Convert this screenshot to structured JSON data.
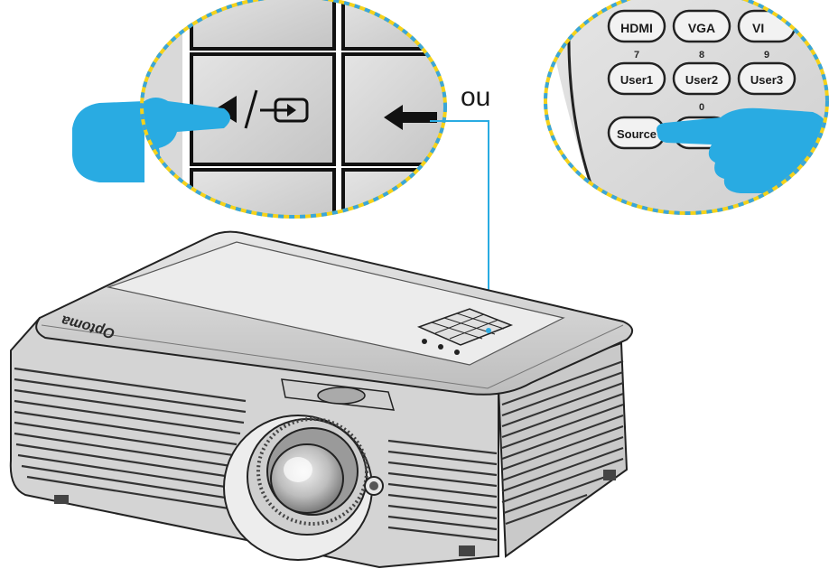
{
  "callout_or": "ou",
  "keypad_icon": "left-arrow-source-icon",
  "remote": {
    "row1": [
      "HDMI",
      "VGA",
      "VI"
    ],
    "numbers": [
      "7",
      "8",
      "9"
    ],
    "row2": [
      "User1",
      "User2",
      "User3"
    ],
    "zero": "0",
    "source": "Source"
  },
  "projector": {
    "brand": "Optoma"
  },
  "colors": {
    "hand": "#29abe2",
    "callout_line": "#29abe2",
    "dash_yellow": "#f5d21b",
    "dash_blue": "#3aa6d9"
  }
}
